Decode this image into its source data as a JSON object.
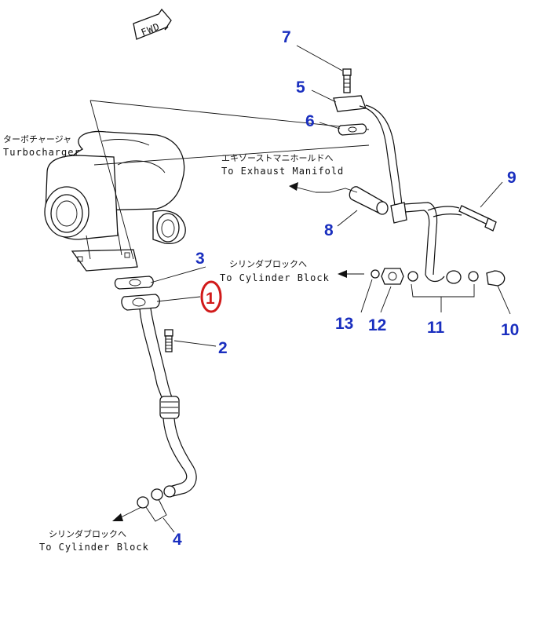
{
  "fwd_label": "FWD",
  "labels": {
    "turbo_jp": "ターボチャージャ",
    "turbo_en": "Turbocharger",
    "exhaust_jp": "エキゾーストマニホールドへ",
    "exhaust_en": "To Exhaust Manifold",
    "block1_jp": "シリンダブロックへ",
    "block1_en": "To Cylinder Block",
    "block2_jp": "シリンダブロックへ",
    "block2_en": "To Cylinder Block"
  },
  "callouts": {
    "n1": "1",
    "n2": "2",
    "n3": "3",
    "n4": "4",
    "n5": "5",
    "n6": "6",
    "n7": "7",
    "n8": "8",
    "n9": "9",
    "n10": "10",
    "n11": "11",
    "n12": "12",
    "n13": "13"
  },
  "colors": {
    "callout": "#1a2fbf",
    "highlight": "#d11a1a",
    "line": "#111111"
  }
}
